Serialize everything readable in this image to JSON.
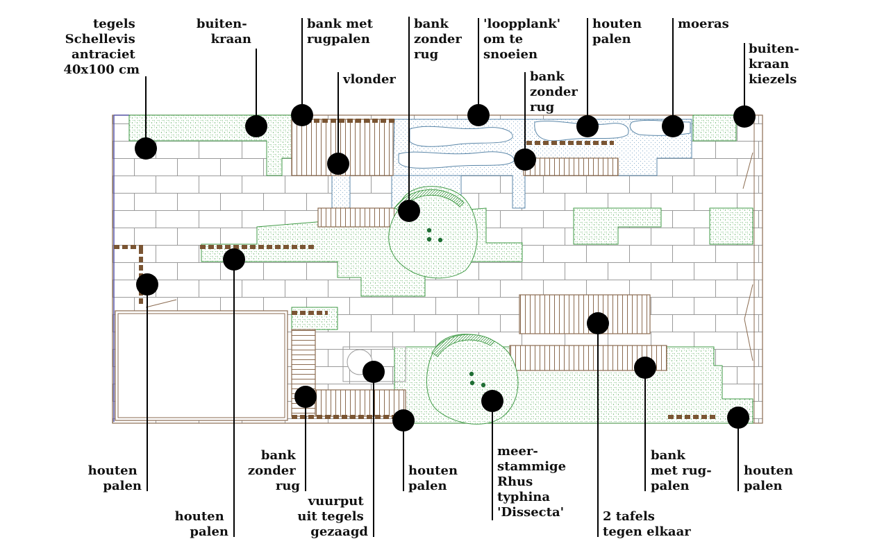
{
  "colors": {
    "paving_line": "#9a9a9a",
    "wood": "#8a6a4f",
    "wood_post": "#7a5533",
    "green_line": "#3f9a45",
    "green_dot": "#5fae63",
    "marsh_line": "#5a86a8",
    "marsh_dot": "#8fb3cf",
    "tree_dot": "#1f6e34",
    "marker": "#000000",
    "leader": "#000000"
  },
  "labels": {
    "tegels": [
      "tegels",
      "Schellevis",
      "antraciet",
      "40x100 cm"
    ],
    "buitenkraan_top": [
      "buiten-",
      "kraan"
    ],
    "bank_met_rugpalen_top": [
      "bank met",
      "rugpalen"
    ],
    "vlonder": [
      "vlonder"
    ],
    "bank_zonder_rug_top": [
      "bank",
      "zonder",
      "rug"
    ],
    "loopplank": [
      "'loopplank'",
      "om te",
      "snoeien"
    ],
    "bank_zonder_rug_mid": [
      "bank",
      "zonder",
      "rug"
    ],
    "houten_palen_top": [
      "houten",
      "palen"
    ],
    "moeras": [
      "moeras"
    ],
    "buitenkraan_kiezels": [
      "buiten-",
      "kraan",
      "kiezels"
    ],
    "houten_palen_left": [
      "houten",
      "palen"
    ],
    "houten_palen_left2": [
      "houten",
      "palen"
    ],
    "bank_zonder_rug_bottom": [
      "bank",
      "zonder",
      "rug"
    ],
    "vuurput": [
      "vuurput",
      "uit tegels",
      "gezaagd"
    ],
    "houten_palen_bottom": [
      "houten",
      "palen"
    ],
    "rhus": [
      "meer-",
      "stammige",
      "Rhus",
      "typhina",
      "'Dissecta'"
    ],
    "tafels": [
      "2 tafels",
      "tegen elkaar"
    ],
    "bank_met_rugpalen_bottom": [
      "bank",
      "met rug-",
      "palen"
    ],
    "houten_palen_right": [
      "houten",
      "palen"
    ]
  }
}
